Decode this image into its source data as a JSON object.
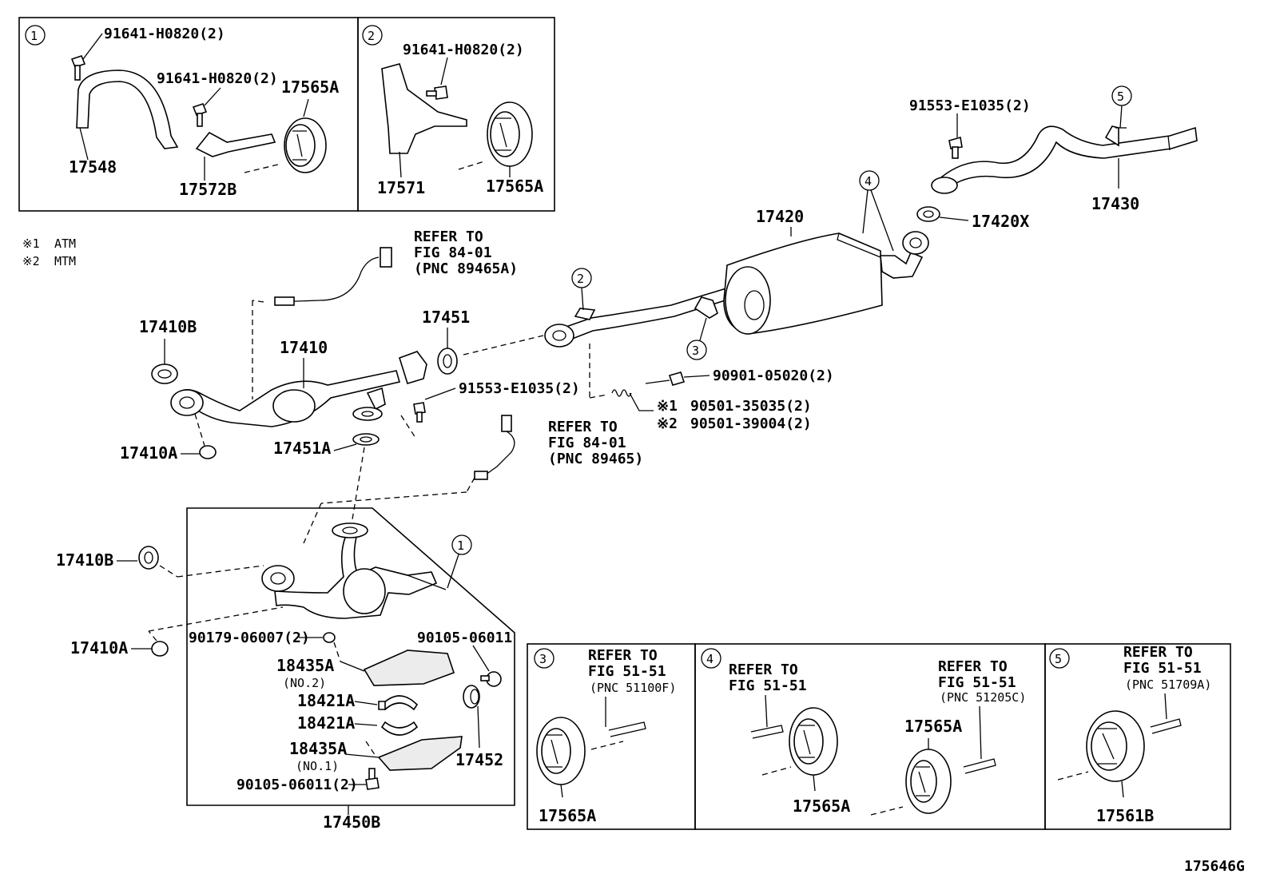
{
  "notes": [
    {
      "mark": "※1",
      "text": "ATM"
    },
    {
      "mark": "※2",
      "text": "MTM"
    }
  ],
  "figure_id": "175646G",
  "callouts": {
    "c1": "1",
    "c2": "2",
    "c3": "3",
    "c4": "4",
    "c5": "5"
  },
  "panel1": {
    "marker": "1",
    "labels": {
      "bolt_a": "91641-H0820(2)",
      "bolt_b": "91641-H0820(2)",
      "insul": "17565A",
      "bracket": "17548",
      "support": "17572B"
    }
  },
  "panel2": {
    "marker": "2",
    "labels": {
      "bolt": "91641-H0820(2)",
      "bracket": "17571",
      "insul": "17565A"
    }
  },
  "main": {
    "p17430": "17430",
    "p91553_top": "91553-E1035(2)",
    "p17420": "17420",
    "p17420X": "17420X",
    "p17451": "17451",
    "p17410": "17410",
    "p17410B_top": "17410B",
    "p17410A_top": "17410A",
    "p17451A": "17451A",
    "p91553_mid": "91553-E1035(2)",
    "p90901": "90901-05020(2)",
    "spring1": "90501-35035(2)",
    "spring2": "90501-39004(2)",
    "spring1_mark": "※1",
    "spring2_mark": "※2",
    "refer_top": [
      "REFER TO",
      "FIG 84-01",
      "(PNC 89465A)"
    ],
    "refer_mid": [
      "REFER TO",
      "FIG 84-01",
      "(PNC 89465)"
    ],
    "p17410B_low": "17410B",
    "p17410A_low": "17410A"
  },
  "inset": {
    "p90179": "90179-06007(2)",
    "p90105_a": "90105-06011",
    "p18435A_2": "18435A",
    "no2": "(NO.2)",
    "p18421A_1": "18421A",
    "p18421A_2": "18421A",
    "p18435A_1": "18435A",
    "no1": "(NO.1)",
    "p17452": "17452",
    "p90105_b": "90105-06011(2)",
    "assy": "17450B"
  },
  "panel3": {
    "marker": "3",
    "refer": [
      "REFER TO",
      "FIG 51-51",
      "(PNC 51100F)"
    ],
    "part": "17565A"
  },
  "panel4": {
    "marker": "4",
    "refer_a": [
      "REFER TO",
      "FIG 51-51"
    ],
    "part_a": "17565A",
    "refer_b": [
      "REFER TO",
      "FIG 51-51",
      "(PNC 51205C)"
    ],
    "part_b": "17565A"
  },
  "panel5": {
    "marker": "5",
    "refer": [
      "REFER TO",
      "FIG 51-51",
      "(PNC 51709A)"
    ],
    "part": "17561B"
  }
}
